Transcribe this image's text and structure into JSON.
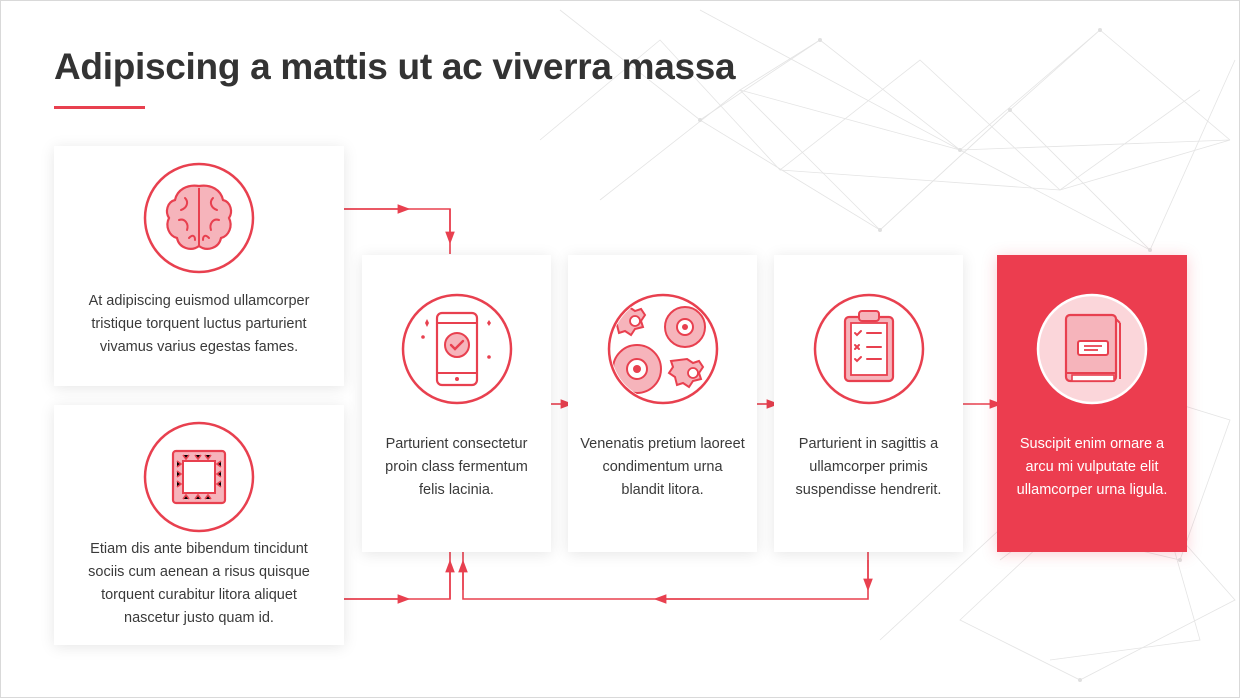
{
  "title": "Adipiscing a mattis ut ac viverra massa",
  "colors": {
    "accent": "#ec3d4f",
    "text": "#3a3a3a",
    "title": "#333333"
  },
  "cards": {
    "brain": {
      "icon": "brain-icon",
      "text": "At adipiscing euismod ullamcorper tristique torquent luctus parturient vivamus varius egestas fames."
    },
    "chip": {
      "icon": "chip-icon",
      "text": "Etiam dis ante bibendum tincidunt sociis cum aenean a risus quisque torquent curabitur litora aliquet nascetur justo quam id."
    },
    "phone": {
      "icon": "phone-check-icon",
      "text": "Parturient consectetur proin class fermentum felis lacinia."
    },
    "cells": {
      "icon": "cells-icon",
      "text": "Venenatis pretium laoreet condimentum urna blandit litora."
    },
    "clipboard": {
      "icon": "clipboard-icon",
      "text": "Parturient in sagittis a ullamcorper primis suspendisse hendrerit."
    },
    "book": {
      "icon": "book-icon",
      "text": "Suscipit enim ornare a arcu mi vulputate elit ullamcorper urna ligula."
    }
  }
}
